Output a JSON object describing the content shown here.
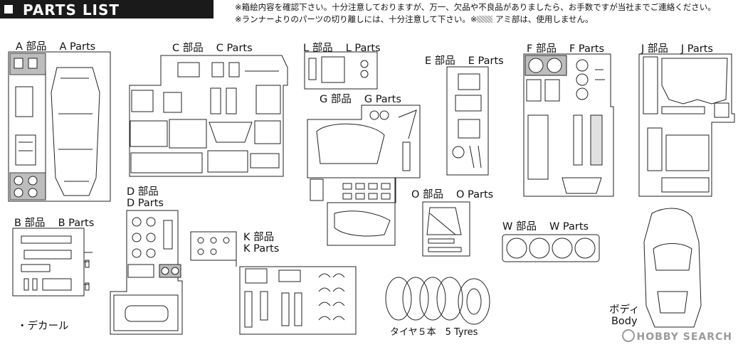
{
  "header": {
    "title": "PARTS LIST"
  },
  "notes": {
    "line1": "※箱絵内容を確認下さい。十分注意しておりますが、万一、欠品や不良品がありましたら、お手数ですが当社までご連絡ください。",
    "line2_a": "※ランナーよりのパーツの切り離しには、十分注意して下さい。※",
    "line2_b": "アミ部は、使用しません。"
  },
  "sections": {
    "A": {
      "jp": "A 部品",
      "en": "A Parts"
    },
    "B": {
      "jp": "B 部品",
      "en": "B Parts"
    },
    "C": {
      "jp": "C 部品",
      "en": "C Parts"
    },
    "D": {
      "jp": "D 部品",
      "en": "D Parts"
    },
    "E": {
      "jp": "E 部品",
      "en": "E Parts"
    },
    "F": {
      "jp": "F 部品",
      "en": "F Parts"
    },
    "G": {
      "jp": "G 部品",
      "en": "G Parts"
    },
    "J": {
      "jp": "J 部品",
      "en": "J Parts"
    },
    "K": {
      "jp": "K 部品",
      "en": "K Parts"
    },
    "L": {
      "jp": "L 部品",
      "en": "L Parts"
    },
    "O": {
      "jp": "O 部品",
      "en": "O Parts"
    },
    "W": {
      "jp": "W 部品",
      "en": "W Parts"
    }
  },
  "decal": "・デカール",
  "tyres": "タイヤ５本　5 Tyres",
  "body": {
    "jp": "ボディ",
    "en": "Body"
  },
  "watermark": "HOBBY SEARCH"
}
